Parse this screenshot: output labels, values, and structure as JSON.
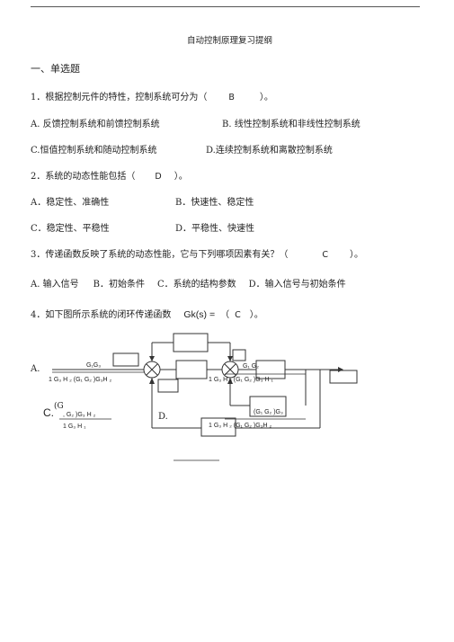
{
  "doc": {
    "title": "自动控制原理复习提纲",
    "section": "一、单选题"
  },
  "questions": [
    {
      "stem_pre": "1．根据控制元件的特性，控制系统可分为（",
      "answer": "B",
      "stem_post": "）。",
      "options": [
        "A. 反馈控制系统和前馈控制系统",
        "B. 线性控制系统和非线性控制系统",
        "C.恒值控制系统和随动控制系统",
        "D.连续控制系统和离散控制系统"
      ]
    },
    {
      "stem_pre": "2．系统的动态性能包括（",
      "answer": "D",
      "stem_post": "）。",
      "options": [
        "A．稳定性、准确性",
        "B．快速性、稳定性",
        "C．稳定性、平稳性",
        "D．平稳性、快速性"
      ]
    },
    {
      "stem_pre": "3．传递函数反映了系统的动态性能，它与下列哪项因素有关？（",
      "answer": "C",
      "stem_post": "）。",
      "options": [
        "A. 输入信号",
        "B．初始条件",
        "C．系统的结构参数",
        "D．输入信号与初始条件"
      ]
    },
    {
      "stem_pre": "4．如下图所示系统的闭环传递函数",
      "gk": "Gk(s) =",
      "paren_open": "（",
      "answer": "C",
      "stem_post": "）。"
    }
  ],
  "diagram": {
    "label_A": "A.",
    "a_num": "G₁G₃",
    "a_den": "1   G₃ H ₂  (G₁   G₂ )G₃H ₂",
    "b_num": "G₁   G₂",
    "b_den": "1   G₃ H ₂     (G₁  G₂ )G₃ H ₁",
    "label_C": "C.",
    "c_num_paren": "(G",
    "c_num_rest": ",   G₂ )G₃ H ₂",
    "c_den": "1   G₃ H ₁",
    "label_D": "D.",
    "d_num": "(G₁   G₂ )G₃",
    "d_den": "1   G₃ H ₂     (G₁   G₂ )G₃H ₂"
  }
}
